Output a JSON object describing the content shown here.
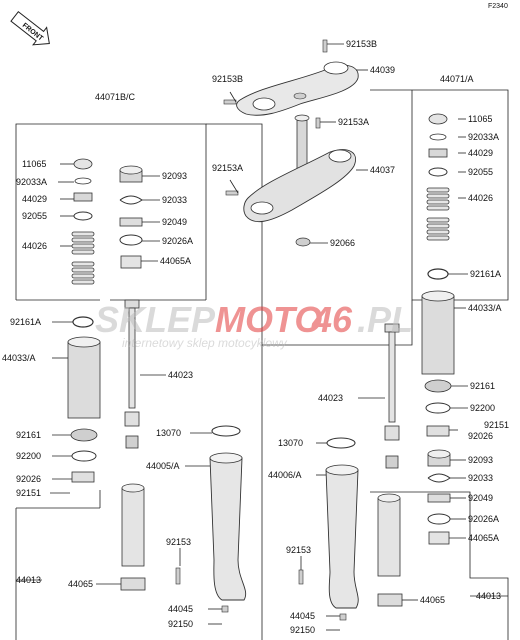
{
  "diagram": {
    "ref_code": "F2340",
    "front_marker": "FRONT",
    "assembly_left": "44071B/C",
    "assembly_right": "44071/A",
    "watermark": {
      "main_a": "SKLEP",
      "main_b": "MOTO",
      "main_c": "46",
      "main_d": ".PL",
      "sub": "internetowy sklep motocyklowy",
      "accent_color": "#e23b3b"
    },
    "labels": {
      "top_bolt_upper": "92153B",
      "top_bracket": "44039",
      "top_bolt_left": "92153B",
      "stem_bolt": "92153A",
      "stem_bolt_left": "92153A",
      "stem": "44037",
      "stem_nut": "92066",
      "l_cap": "11065",
      "l_oring": "92033A",
      "l_plug": "44029",
      "l_ring": "92055",
      "l_spring": "44026",
      "l_collar": "92161A",
      "l_tube": "44033/A",
      "l_washer": "92161",
      "l_ring2": "92200",
      "l_clamp": "92026",
      "l_screw": "92151",
      "l_inner_assy": "44013",
      "l_bushing": "44065",
      "l_seal": "92093",
      "l_seal_ring": "92033",
      "l_guide": "92049",
      "l_spacer": "92026A",
      "l_bush_a": "44065A",
      "l_damper": "44023",
      "l_dust_ring": "13070",
      "l_outer": "44005/A",
      "l_axle_bolt": "92153",
      "l_drain": "44045",
      "l_gasket": "92150",
      "r_cap": "11065",
      "r_oring": "92033A",
      "r_plug": "44029",
      "r_ring": "92055",
      "r_spring": "44026",
      "r_collar": "92161A",
      "r_tube": "44033/A",
      "r_washer": "92161",
      "r_ring2": "92200",
      "r_screw": "92151",
      "r_clamp": "92026",
      "r_damper": "44023",
      "r_dust_ring": "13070",
      "r_outer": "44006/A",
      "r_seal": "92093",
      "r_seal_ring": "92033",
      "r_guide": "92049",
      "r_spacer": "92026A",
      "r_bush_a": "44065A",
      "r_axle_bolt": "92153",
      "r_bushing": "44065",
      "r_inner_assy": "44013",
      "r_drain": "44045",
      "r_gasket": "92150"
    }
  }
}
